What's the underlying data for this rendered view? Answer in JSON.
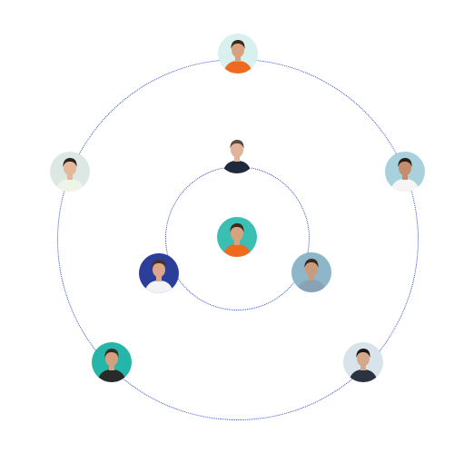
{
  "colors": {
    "orbit_line": "#2e4bbf",
    "accent_teal": "#2fb8ad",
    "accent_orange": "#ee6a1f",
    "background": "#ffffff"
  },
  "avatars": [
    {
      "name": "center",
      "bg": "#3bbfb2",
      "shirt": "#ee6a1f",
      "hair": "#3a2a1f",
      "skin": "#d9a27f"
    },
    {
      "name": "inner-top",
      "bg": "#ffffff",
      "shirt": "#1f2a3d",
      "hair": "#5a4a3f",
      "skin": "#e0b39a"
    },
    {
      "name": "inner-left",
      "bg": "#2b3f9a",
      "shirt": "#f3f3f5",
      "hair": "#4a3324",
      "skin": "#dba68a"
    },
    {
      "name": "inner-right",
      "bg": "#8db6c9",
      "shirt": "#8aa2b5",
      "hair": "#3a2a1f",
      "skin": "#c99b7c"
    },
    {
      "name": "outer-top",
      "bg": "#d8f0ee",
      "shirt": "#ee6a1f",
      "hair": "#3a2a1f",
      "skin": "#d9a27f"
    },
    {
      "name": "outer-left",
      "bg": "#dbe8e4",
      "shirt": "#eef4e6",
      "hair": "#2c241e",
      "skin": "#e6b89a"
    },
    {
      "name": "outer-right",
      "bg": "#a8d1dc",
      "shirt": "#f5f5f5",
      "hair": "#2a1f18",
      "skin": "#c48d6d"
    },
    {
      "name": "outer-bottom-left",
      "bg": "#24b6a9",
      "shirt": "#2a2a2a",
      "hair": "#3d2c22",
      "skin": "#d4a080"
    },
    {
      "name": "outer-bottom-right",
      "bg": "#d9e4ea",
      "shirt": "#2b3340",
      "hair": "#1f1a17",
      "skin": "#d5a88c"
    }
  ]
}
